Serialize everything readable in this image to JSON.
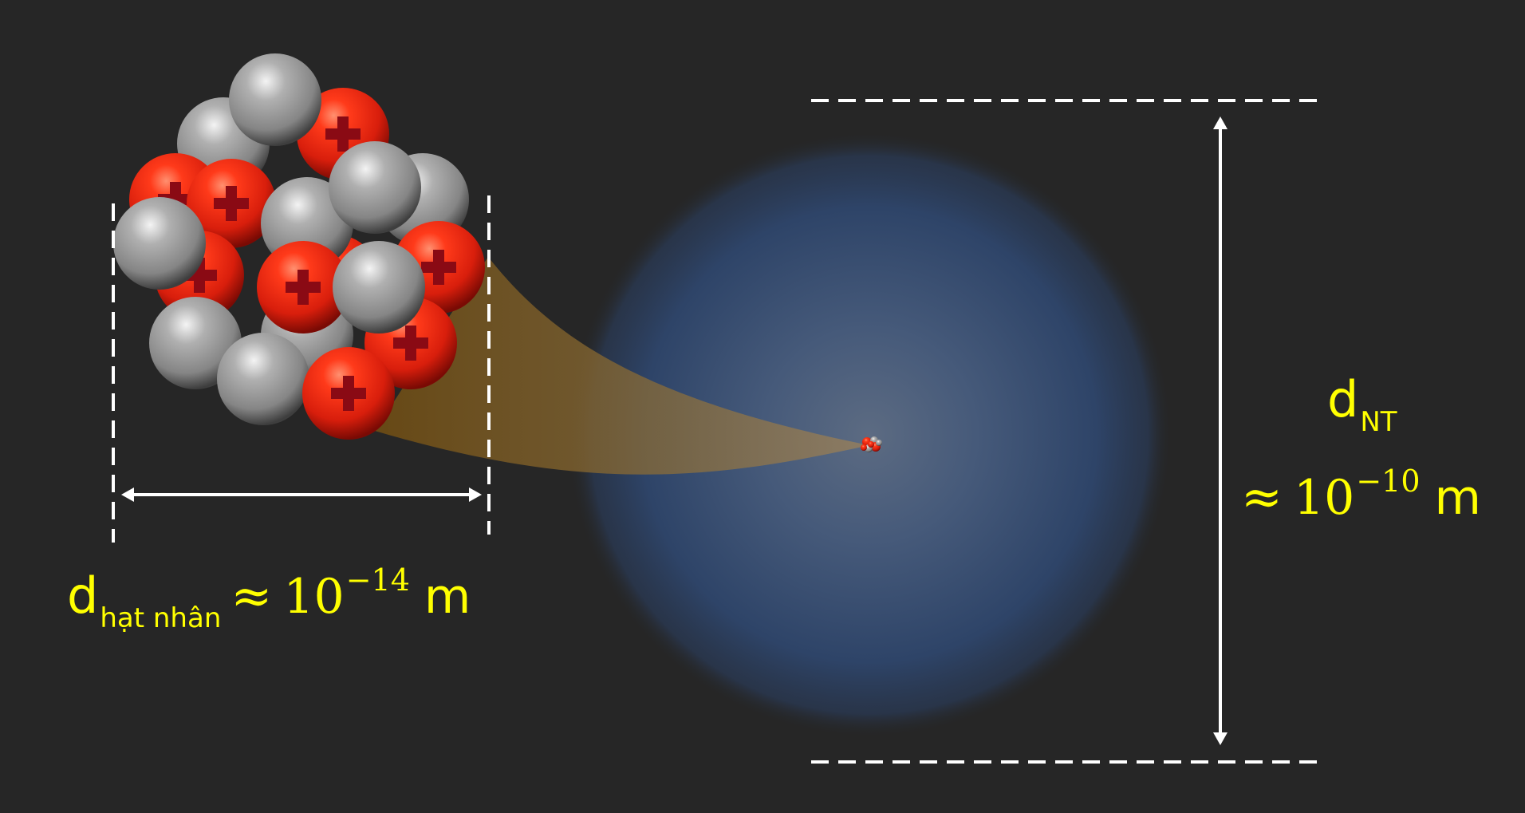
{
  "colors": {
    "background": "#262626",
    "label": "#ffff00",
    "proton": "#e8281a",
    "neutron": "#9a9a9a",
    "electron_cloud": "#3d5a8c",
    "funnel": "#8a6a30",
    "guides": "#ffffff"
  },
  "nucleus_diameter": {
    "symbol": "d",
    "subscript": "hạt nhân",
    "approx": "≈",
    "base": "10",
    "exponent": "−14",
    "unit": "m"
  },
  "atom_diameter": {
    "symbol": "d",
    "subscript": "NT",
    "approx": "≈",
    "base": "10",
    "exponent": "−10",
    "unit": "m"
  },
  "icons": {
    "proton_symbol": "plus-icon",
    "arrow_horizontal": "double-arrow-horizontal-icon",
    "arrow_vertical": "double-arrow-vertical-icon"
  }
}
